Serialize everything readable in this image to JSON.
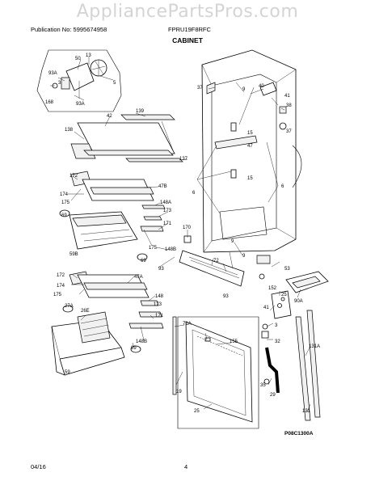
{
  "watermark": "AppliancePartsPros.com",
  "header": {
    "publication": "Publication No: 5995674958",
    "model": "FPRU19F8RFC"
  },
  "title": "CABINET",
  "footer": {
    "date": "04/16",
    "page": "4"
  },
  "figure_code": "P08C1300A",
  "callouts": {
    "c50": "50",
    "c13": "13",
    "c93a1": "93A",
    "c3a": "3",
    "c168": "168",
    "c93a2": "93A",
    "c5": "5",
    "c139": "139",
    "c42": "42",
    "c138": "138",
    "c137": "137",
    "c172a": "172",
    "c174a": "174",
    "c175a": "175",
    "c47b": "47B",
    "c148a": "148A",
    "c69a": "69",
    "c173a": "173",
    "c171a": "171",
    "c59b": "59B",
    "c175b": "175",
    "c148b": "148B",
    "c69b": "69",
    "c170": "170",
    "c93": "93",
    "c172b": "172",
    "c174b": "174",
    "c175c": "175",
    "c47a": "47A",
    "c148": "148",
    "c27a": "27A",
    "c26e": "26E",
    "c173b": "173",
    "c171b": "171",
    "c148b2": "148B",
    "c69c": "69",
    "c59": "59",
    "c37a": "37",
    "c9a": "9",
    "c40": "40",
    "c41a": "41",
    "c38": "38",
    "c37b": "37",
    "c15a": "15",
    "c47": "47",
    "c15b": "15",
    "c6a": "6",
    "c6b": "6",
    "c9b": "9",
    "c9c": "9",
    "c72": "72",
    "c93b": "93",
    "c53": "53",
    "c152": "152",
    "c25": "25",
    "c90a": "90A",
    "c41b": "41",
    "c3b": "3",
    "c32": "32",
    "c71a": "71A",
    "c155": "155",
    "c131a": "131A",
    "c19": "19",
    "c35": "35",
    "c29": "29",
    "c25b": "25",
    "c131": "131"
  }
}
